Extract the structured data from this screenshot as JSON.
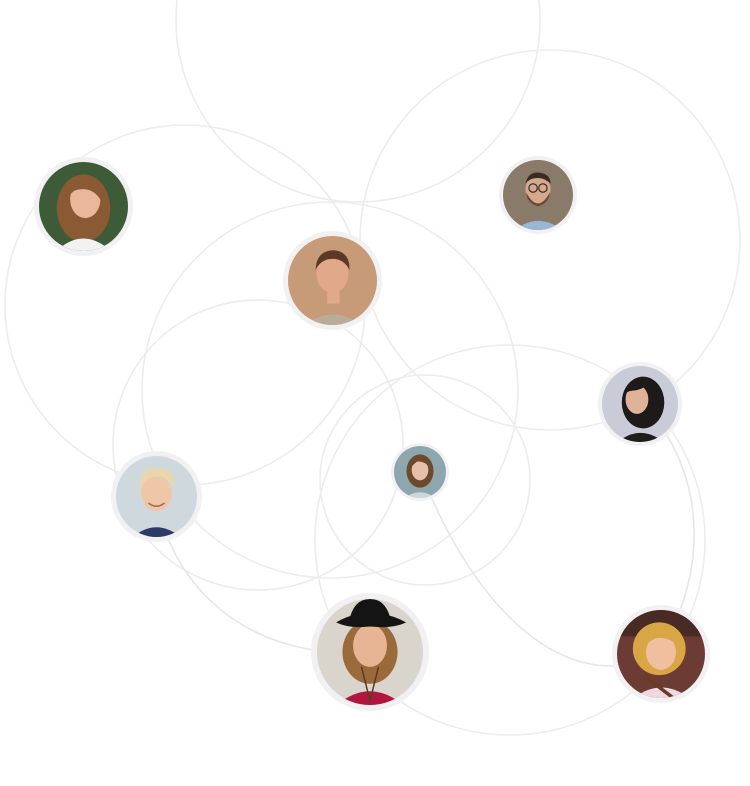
{
  "network": {
    "avatars": [
      {
        "id": "woman-long-brown-hair",
        "bg": "#3e5b38",
        "skin": "#e9b89a",
        "hair": "#8a5a34",
        "top": "#f2f2f2"
      },
      {
        "id": "man-brown-hair",
        "bg": "#c79a78",
        "skin": "#e2a88a",
        "hair": "#5a3a22",
        "top": "#b8ad98"
      },
      {
        "id": "man-beard-glasses",
        "bg": "#8a7a6a",
        "skin": "#d7a98c",
        "hair": "#3b2b22",
        "top": "#9ab6d2"
      },
      {
        "id": "woman-black-curly-hair",
        "bg": "#c9cbd6",
        "skin": "#e0b399",
        "hair": "#1e1a1a",
        "top": "#1d1d1d"
      },
      {
        "id": "woman-short-blonde-hair",
        "bg": "#cfd8dc",
        "skin": "#efc7a6",
        "hair": "#e7d7b1",
        "top": "#2b3b64"
      },
      {
        "id": "woman-small-center",
        "bg": "#8ea6ae",
        "skin": "#e6c1a8",
        "hair": "#6b4a2e",
        "top": "#cfd7da"
      },
      {
        "id": "woman-black-hat",
        "bg": "#d9d4cc",
        "skin": "#e8b594",
        "hair": "#9a6a3a",
        "top": "#b0163e"
      },
      {
        "id": "woman-curly-blonde-hair",
        "bg": "#6b3b34",
        "skin": "#efbf9f",
        "hair": "#d9a646",
        "top": "#f0d7e0"
      }
    ]
  }
}
